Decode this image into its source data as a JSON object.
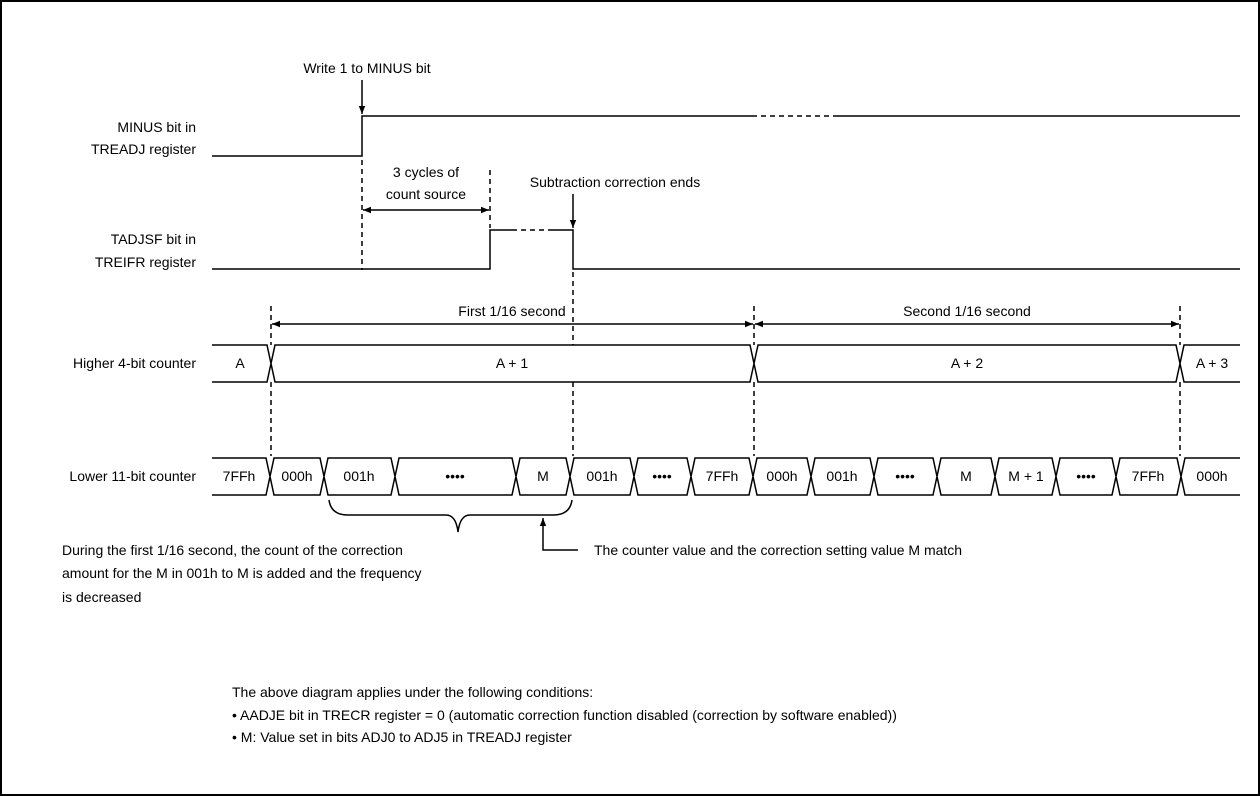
{
  "annotations": {
    "write_minus": "Write 1 to MINUS bit",
    "three_cycles_l1": "3 cycles of",
    "three_cycles_l2": "count source",
    "subtraction_ends": "Subtraction correction ends",
    "first_sixteenth": "First 1/16 second",
    "second_sixteenth": "Second 1/16 second",
    "match_note": "The counter value and the correction setting value M match",
    "during_l1": "During the first 1/16 second, the count of the correction",
    "during_l2": "amount for the M in 001h to M is added and the frequency",
    "during_l3": "is decreased"
  },
  "signals": {
    "minus_l1": "MINUS bit in",
    "minus_l2": "TREADJ register",
    "tadjsf_l1": "TADJSF bit in",
    "tadjsf_l2": "TREIFR register",
    "higher": "Higher 4-bit counter",
    "lower": "Lower 11-bit counter"
  },
  "higher_values": [
    "A",
    "A + 1",
    "A + 2",
    "A + 3"
  ],
  "lower_values": [
    "7FFh",
    "000h",
    "001h",
    "••••",
    "M",
    "001h",
    "••••",
    "7FFh",
    "000h",
    "001h",
    "••••",
    "M",
    "M + 1",
    "••••",
    "7FFh",
    "000h"
  ],
  "conditions": {
    "intro": "The above diagram applies under the following conditions:",
    "items": [
      "• AADJE bit in TRECR register = 0 (automatic correction function disabled (correction by software enabled))",
      "• M: Value set in bits ADJ0 to ADJ5 in TREADJ register"
    ]
  }
}
